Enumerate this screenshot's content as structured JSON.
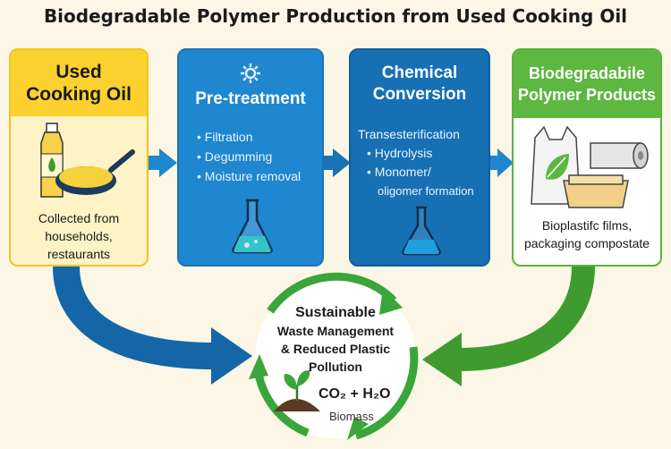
{
  "title": "Biodegradable Polymer Production from Used Cooking Oil",
  "steps": {
    "oil": {
      "title_line1": "Used",
      "title_line2": "Cooking Oil",
      "desc_line1": "Collected from",
      "desc_line2": "households,",
      "desc_line3": "restaurants"
    },
    "pre": {
      "title": "Pre-treatment",
      "bullets": [
        "• Filtration",
        "• Degumming",
        "• Moisture removal"
      ]
    },
    "chem": {
      "title_line1": "Chemical",
      "title_line2": "Conversion",
      "bullets": [
        "Transesterification",
        "• Hydrolysis",
        "• Monomer/",
        "oligomer formation"
      ]
    },
    "prod": {
      "title_line1": "Biodegradabile",
      "title_line2": "Polymer Products",
      "desc_line1": "Bioplastifc films,",
      "desc_line2": "packaging compostate"
    }
  },
  "center": {
    "line1": "Sustainable",
    "line2": "Waste Management",
    "line3": "& Reduced Plastic",
    "line4": "Pollution",
    "formula": "CO₂ + H₂O",
    "biomass": "Biomass"
  },
  "colors": {
    "yellow": "#fad12f",
    "blue": "#1f86d0",
    "dark_blue": "#176fb4",
    "green": "#5db741",
    "arrow_blue": "#1466a6",
    "arrow_green": "#3f9b2f"
  },
  "icons": {
    "oil": [
      "oil-bottle-icon",
      "frying-pan-icon"
    ],
    "pre": [
      "gear-icon",
      "flask-icon"
    ],
    "chem": [
      "flask-icon"
    ],
    "prod": [
      "plastic-bag-icon",
      "film-roll-icon",
      "food-container-icon",
      "leaf-icon"
    ],
    "center": [
      "recycle-cycle-icon",
      "sprout-icon",
      "soil-icon"
    ]
  }
}
